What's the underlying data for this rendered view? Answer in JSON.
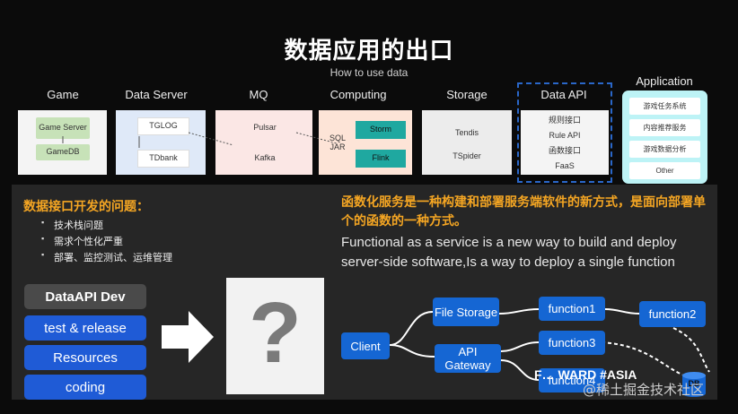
{
  "header": {
    "title": "数据应用的出口",
    "subtitle": "How to use data"
  },
  "columns": {
    "game": {
      "label": "Game",
      "items": [
        "Game Server",
        "GameDB"
      ]
    },
    "data_server": {
      "label": "Data Server",
      "items": [
        "TGLOG",
        "TDbank"
      ]
    },
    "mq": {
      "label": "MQ",
      "items": [
        "Pulsar",
        "Kafka"
      ]
    },
    "computing": {
      "label": "Computing",
      "items": [
        "SQL JAR",
        "Storm",
        "Flink"
      ]
    },
    "storage": {
      "label": "Storage",
      "items": [
        "Tendis",
        "TSpider"
      ]
    },
    "data_api": {
      "label": "Data API",
      "items": [
        "规则接口",
        "Rule API",
        "函数接口",
        "FaaS"
      ]
    },
    "application": {
      "label": "Application",
      "items": [
        "游戏任务系统",
        "内容推荐服务",
        "游戏数据分析",
        "Other"
      ]
    }
  },
  "problems": {
    "title": "数据接口开发的问题：",
    "bullets": [
      "技术栈问题",
      "需求个性化严重",
      "部署、监控测试、运维管理"
    ]
  },
  "dataapi_dev": {
    "title": "DataAPI Dev",
    "items": [
      "test & release",
      "Resources",
      "coding"
    ]
  },
  "question_mark": "?",
  "faas": {
    "cn": "函数化服务是一种构建和部署服务端软件的新方式，是面向部署单个的函数的一种方式。",
    "en": "Functional as a service is a new way to build and deploy server-side software,Is a way to deploy a single function"
  },
  "flow": {
    "client": "Client",
    "file_storage": "File Storage",
    "api_gateway": "API Gateway",
    "function1": "function1",
    "function2": "function2",
    "function3": "function3",
    "function4": "function4",
    "db": "DB"
  },
  "brand": "F… WARD #ASIA",
  "watermark": "@稀土掘金技术社区",
  "colors": {
    "accent_orange": "#f5a623",
    "node_blue": "#1566d3",
    "button_blue": "#1f5bd6",
    "app_cyan": "#bdf3f6"
  }
}
